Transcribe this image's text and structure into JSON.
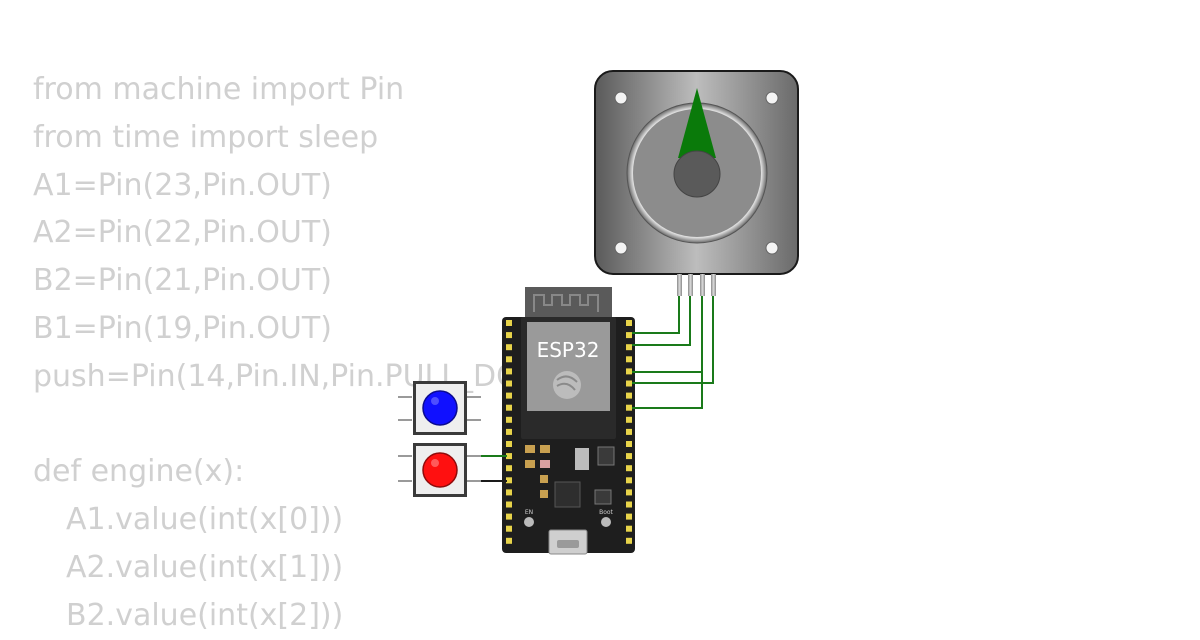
{
  "code": {
    "lines": [
      "from machine import Pin",
      "from time import sleep",
      "A1=Pin(23,Pin.OUT)",
      "A2=Pin(22,Pin.OUT)",
      "B2=Pin(21,Pin.OUT)",
      "B1=Pin(19,Pin.OUT)",
      "push=Pin(14,Pin.IN,Pin.PULL_DO",
      "",
      "def engine(x):",
      "A1.value(int(x[0]))",
      "A2.value(int(x[1]))",
      "B2.value(int(x[2]))"
    ]
  },
  "board": {
    "chip_label": "ESP32",
    "boot_label": "Boot",
    "en_label": "EN"
  },
  "colors": {
    "wire": "#1a7a1a",
    "wire_black": "#1a1a1a",
    "button_blue": "#1010ff",
    "button_red": "#ff1010",
    "needle": "#0a7a0a",
    "pin_gold": "#e8d44a",
    "board_black": "#1e1e1e",
    "code_text": "#d0d0d0"
  }
}
